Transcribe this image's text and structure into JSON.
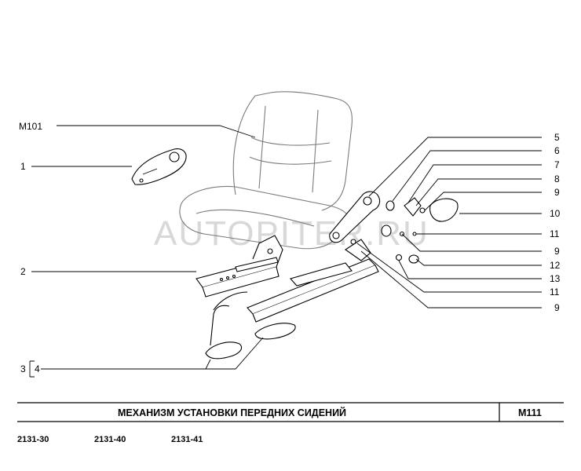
{
  "watermark": "AUTOPITER.RU",
  "callouts": {
    "m101": "M101",
    "n1": "1",
    "n2": "2",
    "n3": "3",
    "n4": "4",
    "n5": "5",
    "n6": "6",
    "n7": "7",
    "n8": "8",
    "n9a": "9",
    "n10": "10",
    "n11a": "11",
    "n9b": "9",
    "n12": "12",
    "n13": "13",
    "n11b": "11",
    "n9c": "9"
  },
  "title_block": {
    "title": "МЕХАНИЗМ   УСТАНОВКИ   ПЕРЕДНИХ   СИДЕНИЙ",
    "code": "M111"
  },
  "models": [
    "2131-30",
    "2131-40",
    "2131-41"
  ]
}
